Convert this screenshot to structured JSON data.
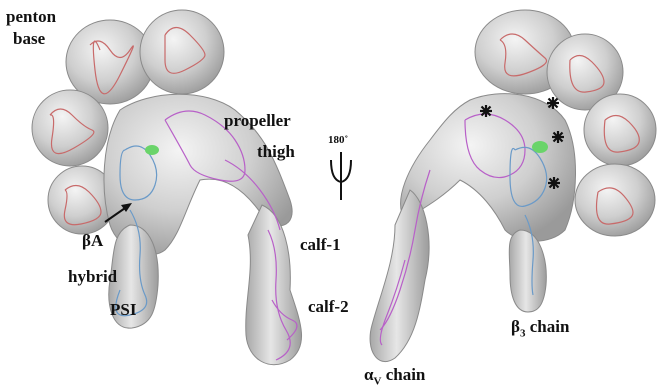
{
  "labels": {
    "penton_base_line1": "penton",
    "penton_base_line2": "base",
    "propeller": "propeller",
    "thigh": "thigh",
    "beta_a": "βA",
    "hybrid": "hybrid",
    "psi": "PSI",
    "calf1": "calf-1",
    "calf2": "calf-2",
    "rotation": "180˚",
    "beta3_chain_symbol": "β",
    "beta3_chain_sub": "3",
    "beta3_chain_text": " chain",
    "alphav_chain_symbol": "α",
    "alphav_chain_sub": "V",
    "alphav_chain_text": " chain"
  },
  "colors": {
    "density_fill": "#c8c8c8",
    "density_edge": "#8a8a8a",
    "penton_ribbon": "#c86a6a",
    "alpha_chain_ribbon": "#b860c8",
    "beta_chain_ribbon": "#6a9ac8",
    "ligand": "#6ad46a"
  },
  "icons": {
    "rotation_axis": "psi-rotation-icon",
    "marker": "asterisk-marker-icon",
    "arrow": "arrow-icon"
  }
}
